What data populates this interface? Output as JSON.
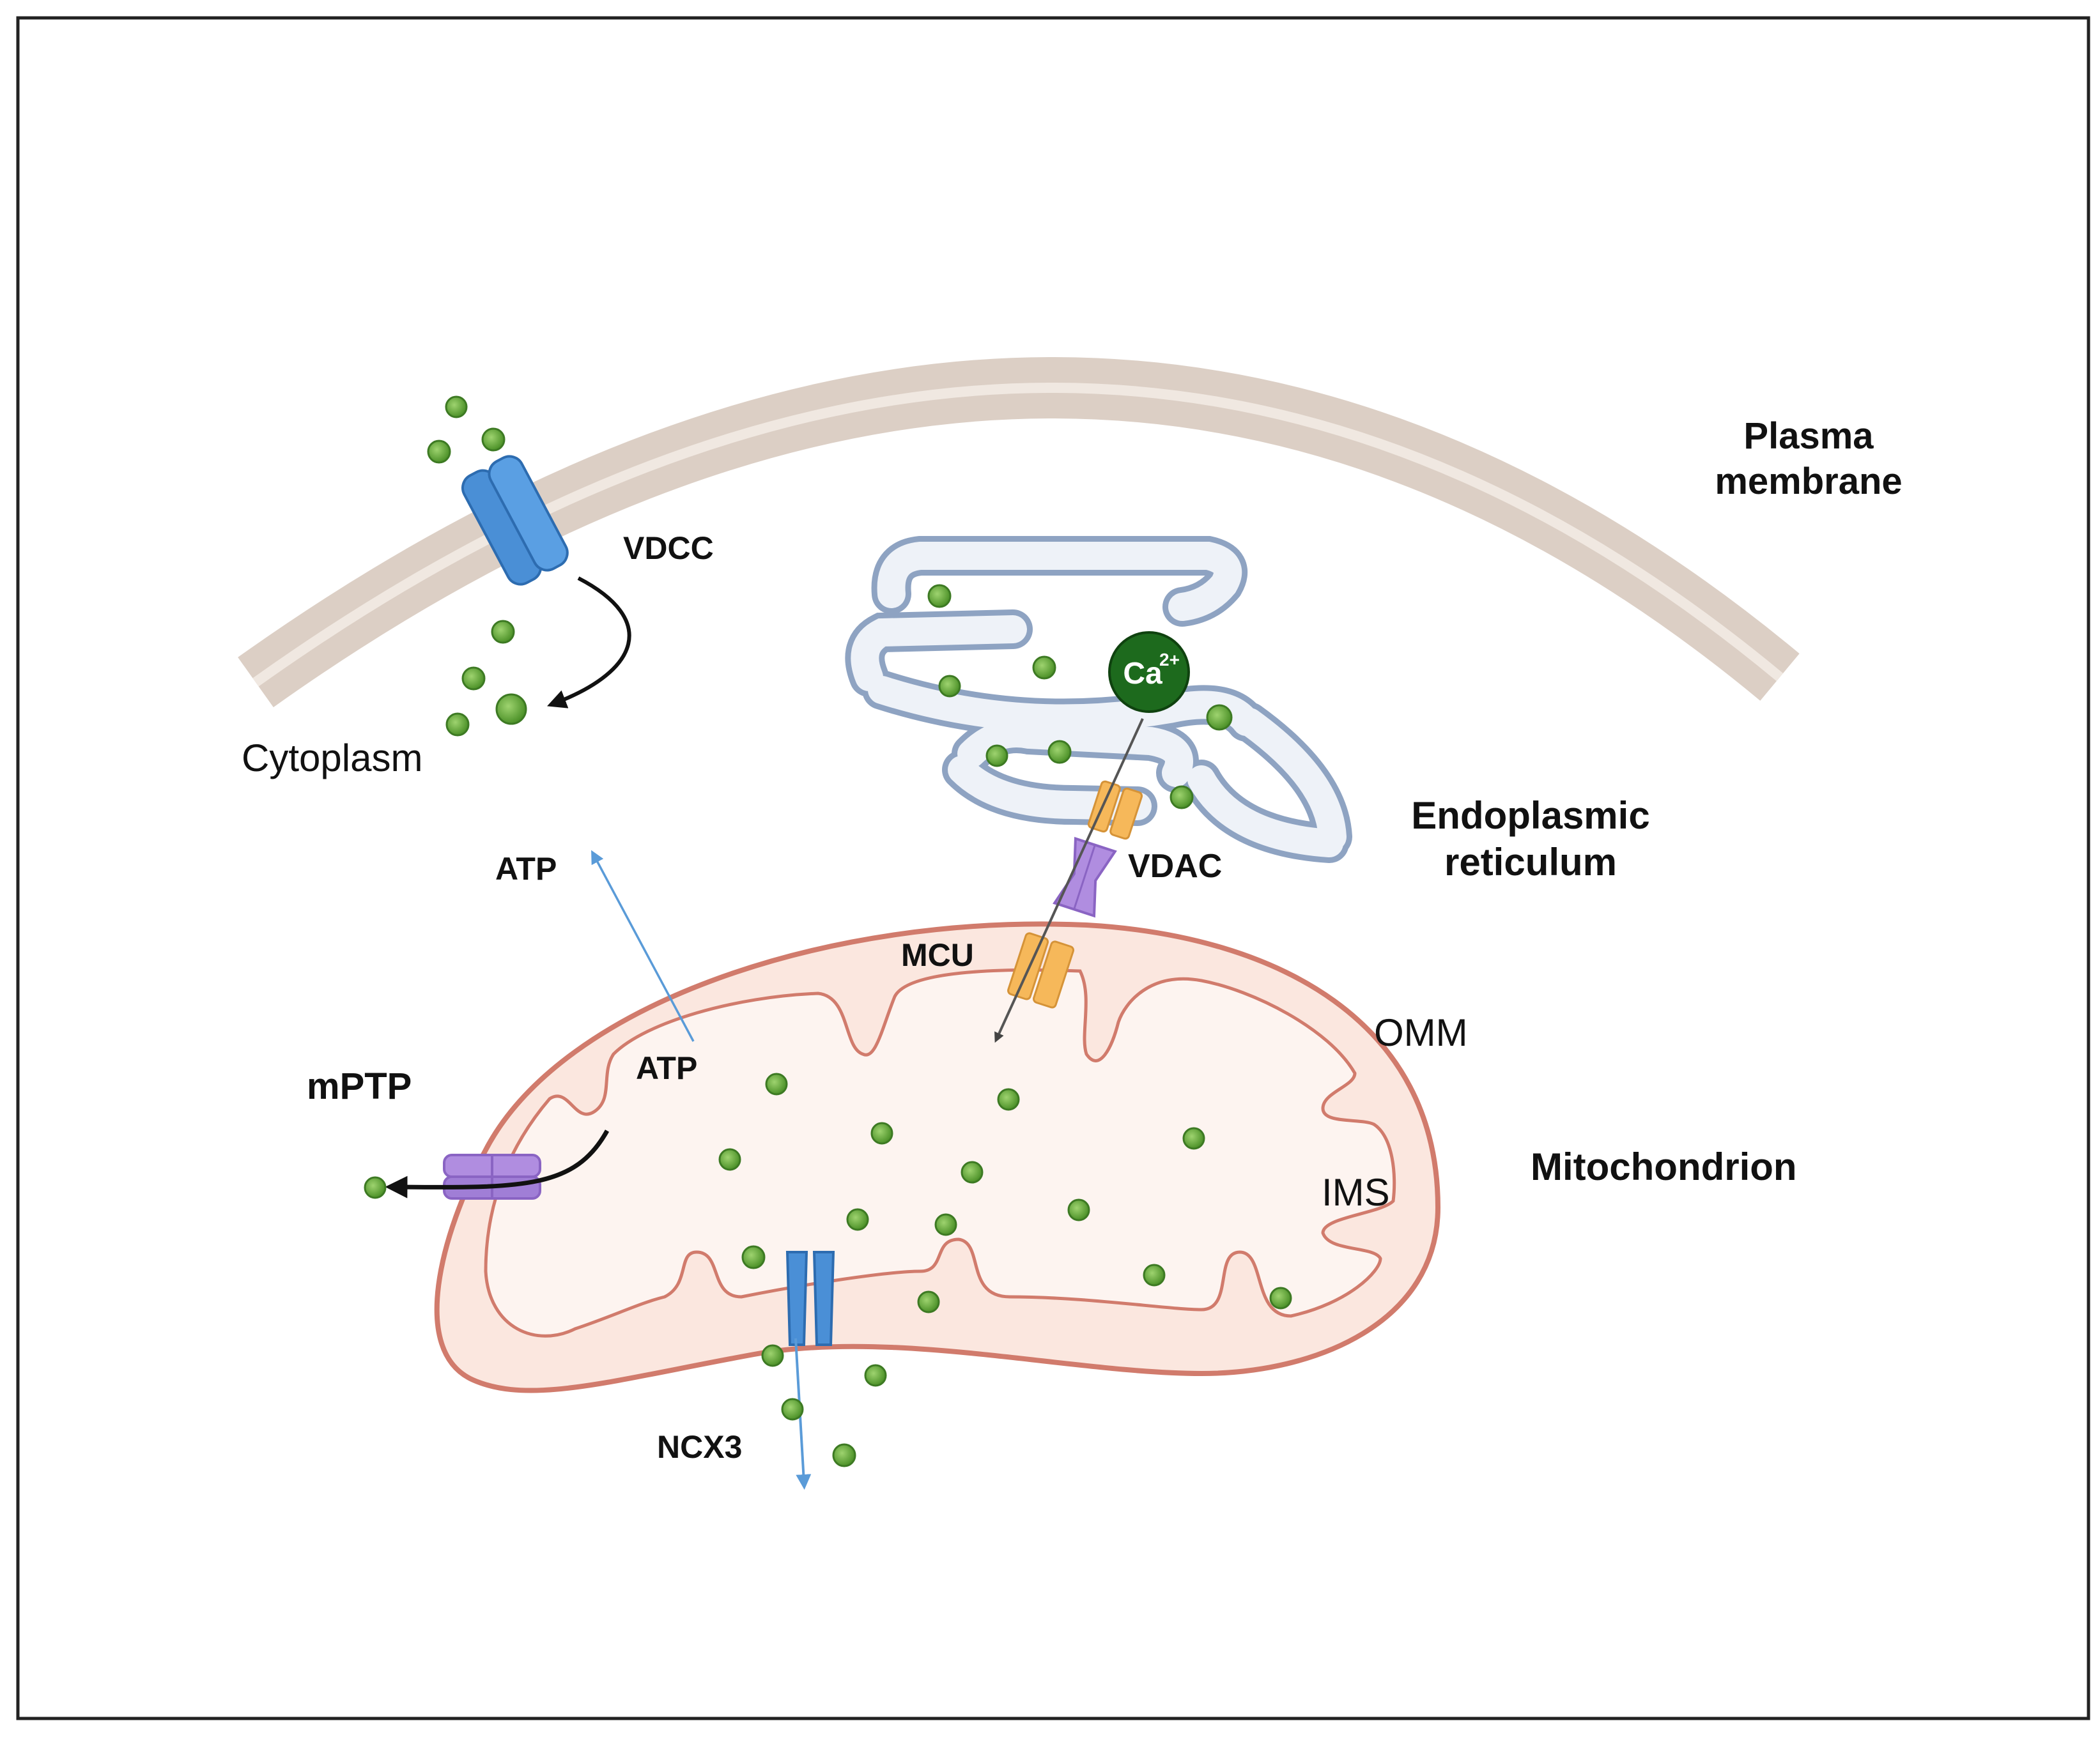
{
  "labels": {
    "plasma_membrane_line1": "Plasma",
    "plasma_membrane_line2": "membrane",
    "vdcc": "VDCC",
    "cytoplasm": "Cytoplasm",
    "ca_ion": "Ca",
    "ca_charge": "2+",
    "endoplasmic_line1": "Endoplasmic",
    "endoplasmic_line2": "reticulum",
    "vdac": "VDAC",
    "atp_outside": "ATP",
    "mcu": "MCU",
    "omm": "OMM",
    "atp_inside": "ATP",
    "mptp": "mPTP",
    "mitochondrion": "Mitochondrion",
    "ims": "IMS",
    "ncx3": "NCX3"
  },
  "colors": {
    "membrane": "#dccfc5",
    "membrane_line": "#f0e8e1",
    "ca_dot": "#5aa334",
    "ca_dot_dark": "#3d7a23",
    "channel_blue": "#4a8fd6",
    "er": "#aabbd3",
    "vdac_purple": "#b08de0",
    "mcu_orange": "#f6b85a",
    "mito_outer": "#d17b6c",
    "mito_fill": "#fbe7df",
    "matrix_fill": "#fdf4f0",
    "ca_big": "#1d6a1d",
    "arrow_blue": "#5a9bd8"
  }
}
